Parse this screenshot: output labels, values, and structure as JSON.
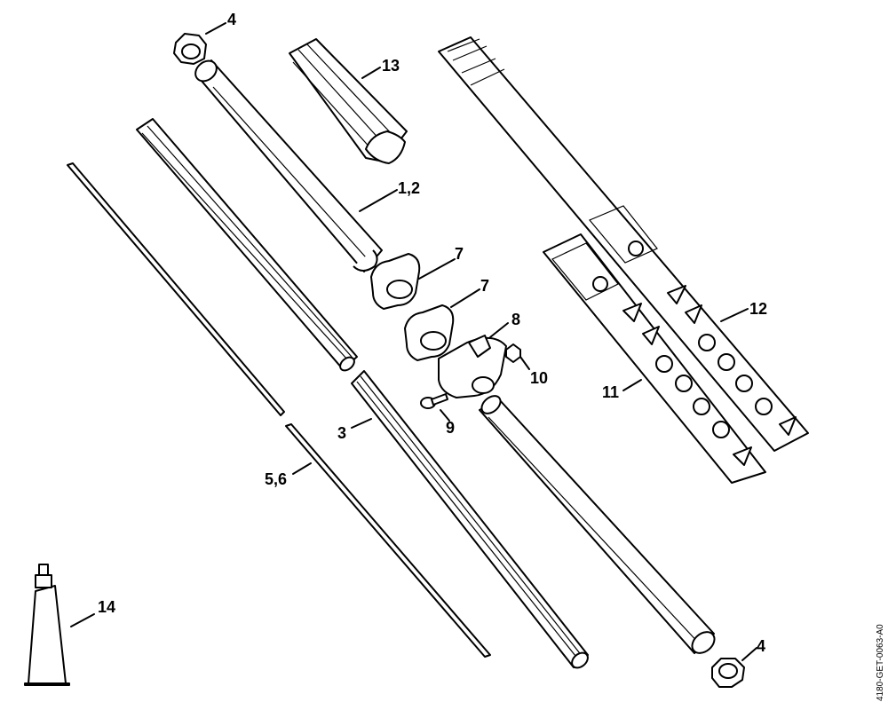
{
  "callouts": {
    "c4_top": "4",
    "c13": "13",
    "c12_label": "1,2",
    "c7a": "7",
    "c7b": "7",
    "c8": "8",
    "c10": "10",
    "c9": "9",
    "c3": "3",
    "c56": "5,6",
    "c11": "11",
    "c12": "12",
    "c14": "14",
    "c4_bottom": "4"
  },
  "reference_code": "4180-GET-0063-A0"
}
